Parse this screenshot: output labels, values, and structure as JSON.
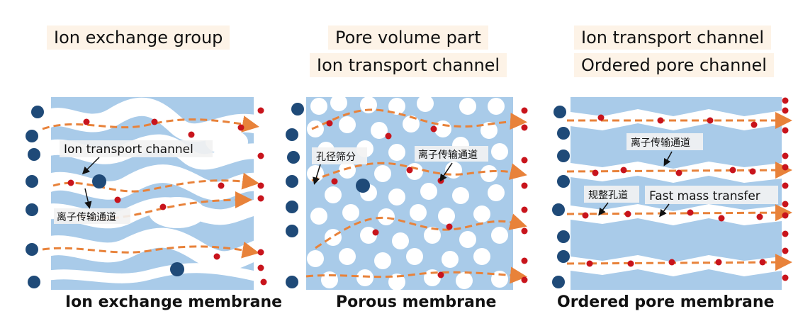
{
  "panel1": {
    "header": "Ion exchange group",
    "label_en": "Ion transport channel",
    "label_cn": "离子传输通道",
    "caption": "Ion exchange membrane"
  },
  "panel2": {
    "header1": "Pore volume part",
    "header2": "Ion transport channel",
    "label_sieve": "孔径筛分",
    "label_cn": "离子传输通道",
    "caption": "Porous membrane"
  },
  "panel3": {
    "header1": "Ion transport channel",
    "header2": "Ordered pore channel",
    "label_cn": "离子传输通道",
    "label_regular": "规整孔道",
    "label_en": "Fast mass transfer",
    "caption": "Ordered pore membrane"
  },
  "colors": {
    "membrane": "#a9cbe9",
    "channel": "#ffffff",
    "large_ion": "#1f4a78",
    "small_ion": "#c8141c",
    "flow_arrow": "#e8823a",
    "header_bg": "#fdf3e7"
  }
}
